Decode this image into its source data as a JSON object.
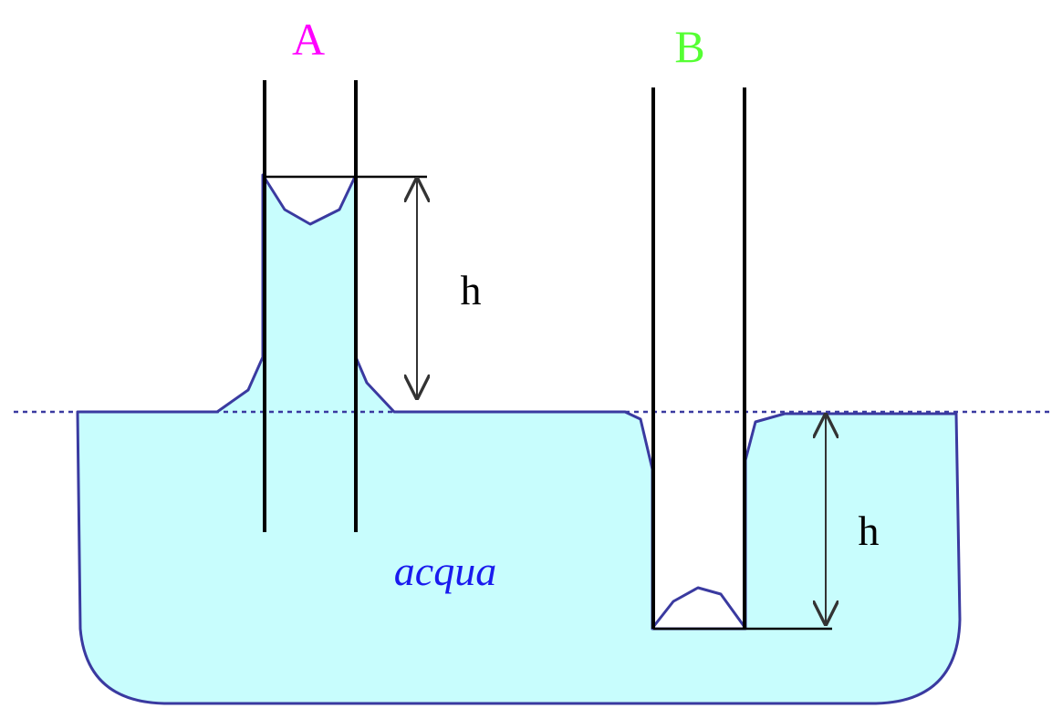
{
  "labels": {
    "tube_a": "A",
    "tube_b": "B",
    "height_a": "h",
    "height_b": "h",
    "liquid": "acqua"
  },
  "colors": {
    "water_fill": "#c8fdfd",
    "water_outline": "#3a3aa0",
    "tube_wall": "#000000",
    "dotted_level": "#3a3aa0",
    "arrow": "#333333",
    "label_a": "#ff00ff",
    "label_b": "#55ff33",
    "label_h": "#000000",
    "label_liquid": "#1a1aee"
  }
}
